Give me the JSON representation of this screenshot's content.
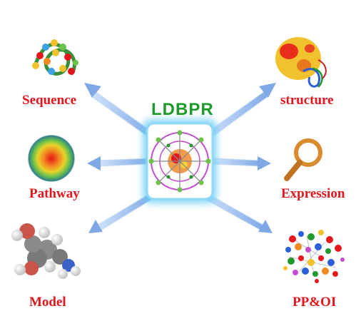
{
  "center": {
    "title": "LDBPR"
  },
  "nodes": [
    {
      "id": "sequence",
      "label": "Sequence",
      "icon": "protein-helix-icon"
    },
    {
      "id": "structure",
      "label": "structure",
      "icon": "protein-surface-icon"
    },
    {
      "id": "pathway",
      "label": "Pathway",
      "icon": "pathway-sphere-icon"
    },
    {
      "id": "expression",
      "label": "Expression",
      "icon": "magnifier-icon"
    },
    {
      "id": "model",
      "label": "Model",
      "icon": "molecule-model-icon"
    },
    {
      "id": "ppoi",
      "label": "PP&OI",
      "icon": "interaction-network-icon"
    }
  ],
  "colors": {
    "label": "#e8141b",
    "title": "#1f9a2c",
    "arrow": "#a9c8f0",
    "glow": "#7fd3f7"
  }
}
